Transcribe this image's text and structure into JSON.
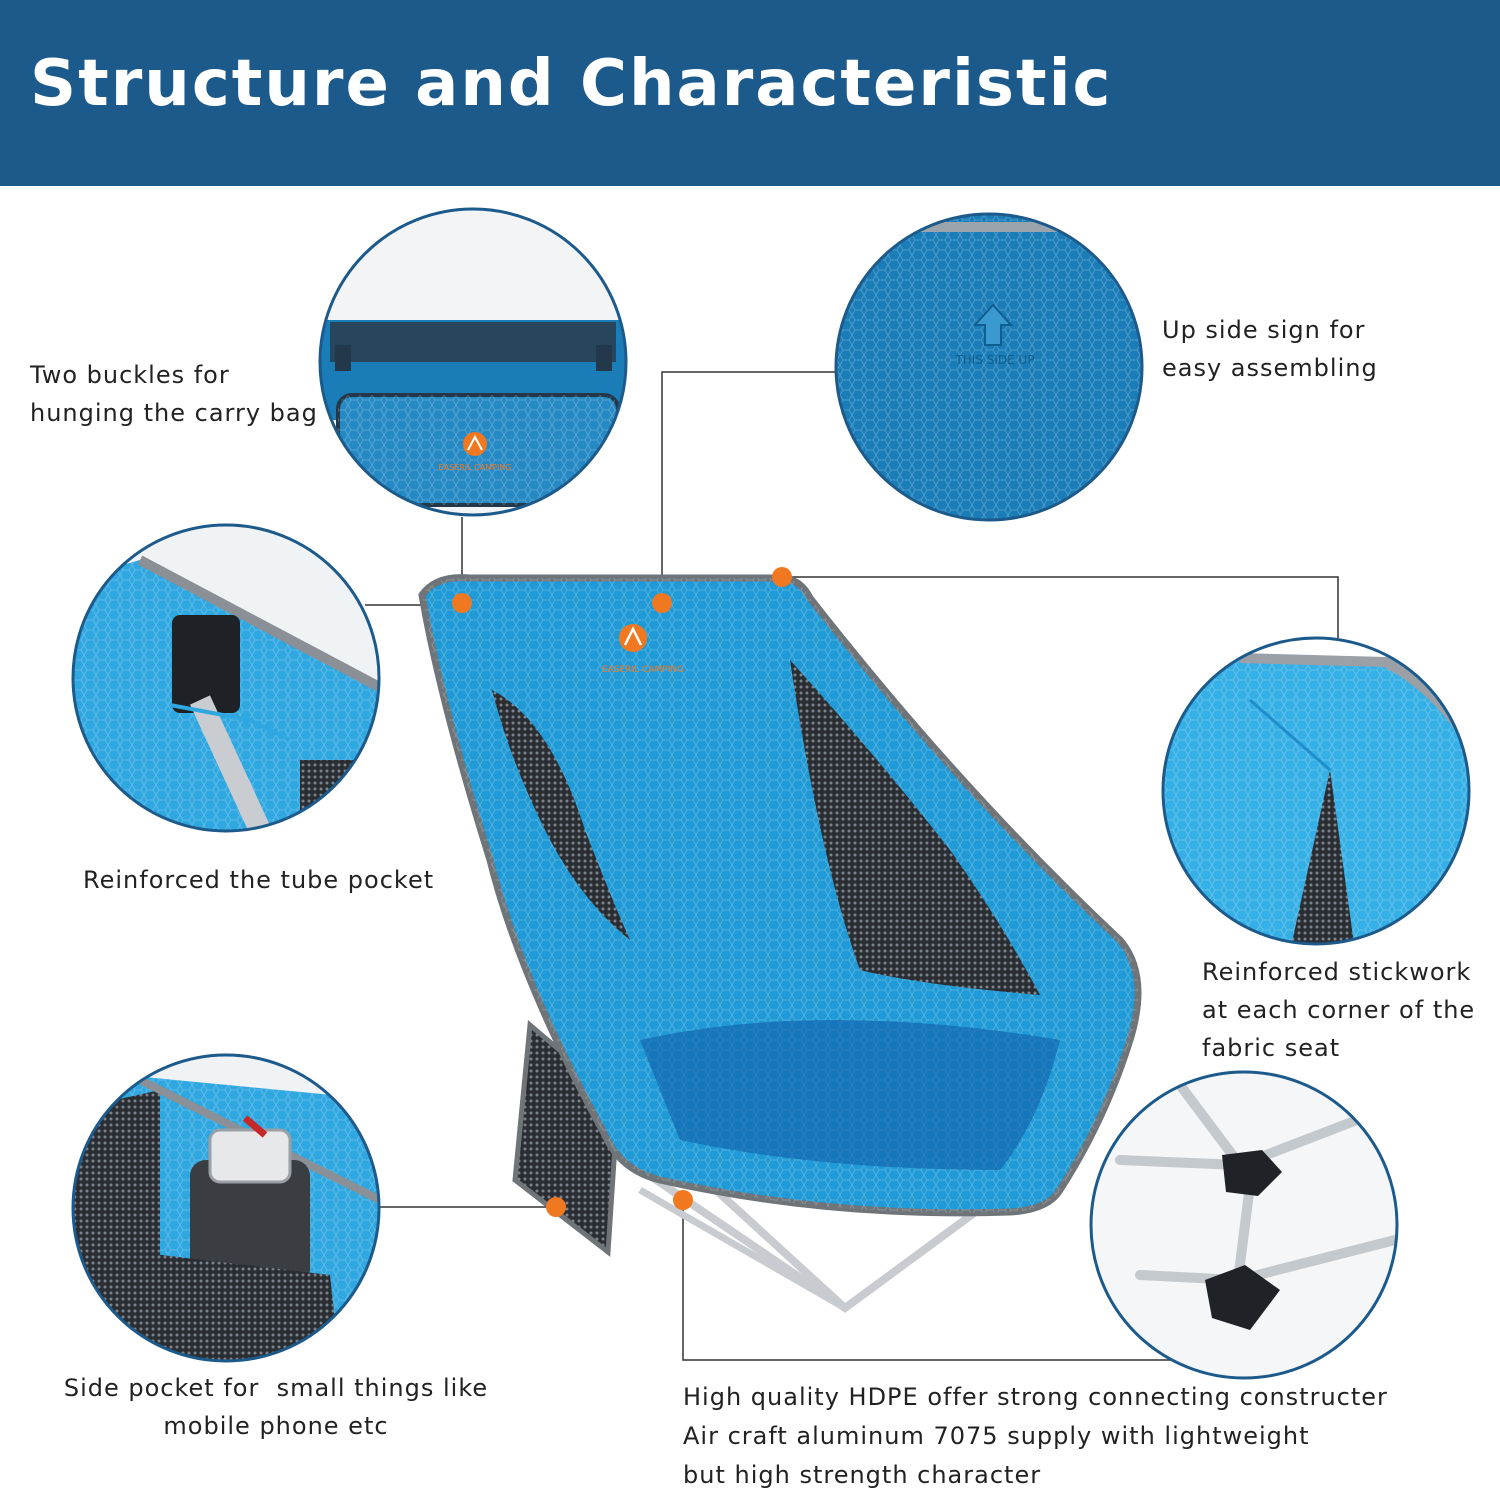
{
  "banner": {
    "title": "Structure and Characteristic",
    "color": "#1d5a8c"
  },
  "accent_color": "#f07820",
  "chair_color": "#1f9ad6",
  "logo_text": "EASERIL CAMPING",
  "up_sign_text": "THIS SIDE UP",
  "callouts": [
    {
      "id": "buckles",
      "lines": [
        "Two buckles for",
        "hunging the carry bag"
      ]
    },
    {
      "id": "up-sign",
      "lines": [
        "Up side sign for",
        "easy assembling"
      ]
    },
    {
      "id": "tube-pocket",
      "lines": [
        "Reinforced the tube pocket"
      ]
    },
    {
      "id": "stickwork",
      "lines": [
        "Reinforced stickwork",
        "at each corner of the",
        "fabric seat"
      ]
    },
    {
      "id": "side-pocket",
      "lines": [
        "Side pocket for  small things like",
        "mobile phone etc"
      ]
    },
    {
      "id": "hdpe",
      "lines": [
        "High quality HDPE offer strong connecting constructer",
        "Air craft aluminum 7075 supply with lightweight",
        "but high strength character"
      ]
    }
  ]
}
